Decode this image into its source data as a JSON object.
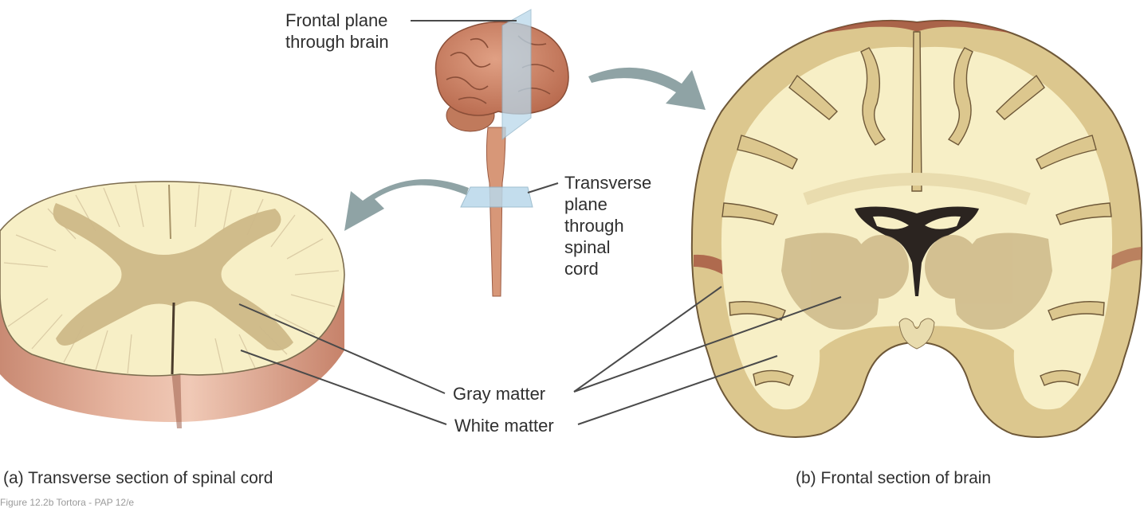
{
  "labels": {
    "frontal_plane": [
      "Frontal plane",
      "through brain"
    ],
    "transverse_plane": [
      "Transverse",
      "plane",
      "through",
      "spinal",
      "cord"
    ],
    "gray_matter": "Gray matter",
    "white_matter": "White matter"
  },
  "captions": {
    "a": "(a) Transverse section of spinal cord",
    "b": "(b) Frontal section of brain",
    "figure_credit": "Figure 12.2b Tortora - PAP 12/e"
  },
  "colors": {
    "white_matter": "#f7efc6",
    "gray_matter": "#cdb888",
    "brain_surface": "#c97f62",
    "cord_outer": "#d79a84",
    "arrow": "#8fa3a5",
    "plane": "#b9d8ea",
    "leader_line": "#4a4a4a"
  }
}
